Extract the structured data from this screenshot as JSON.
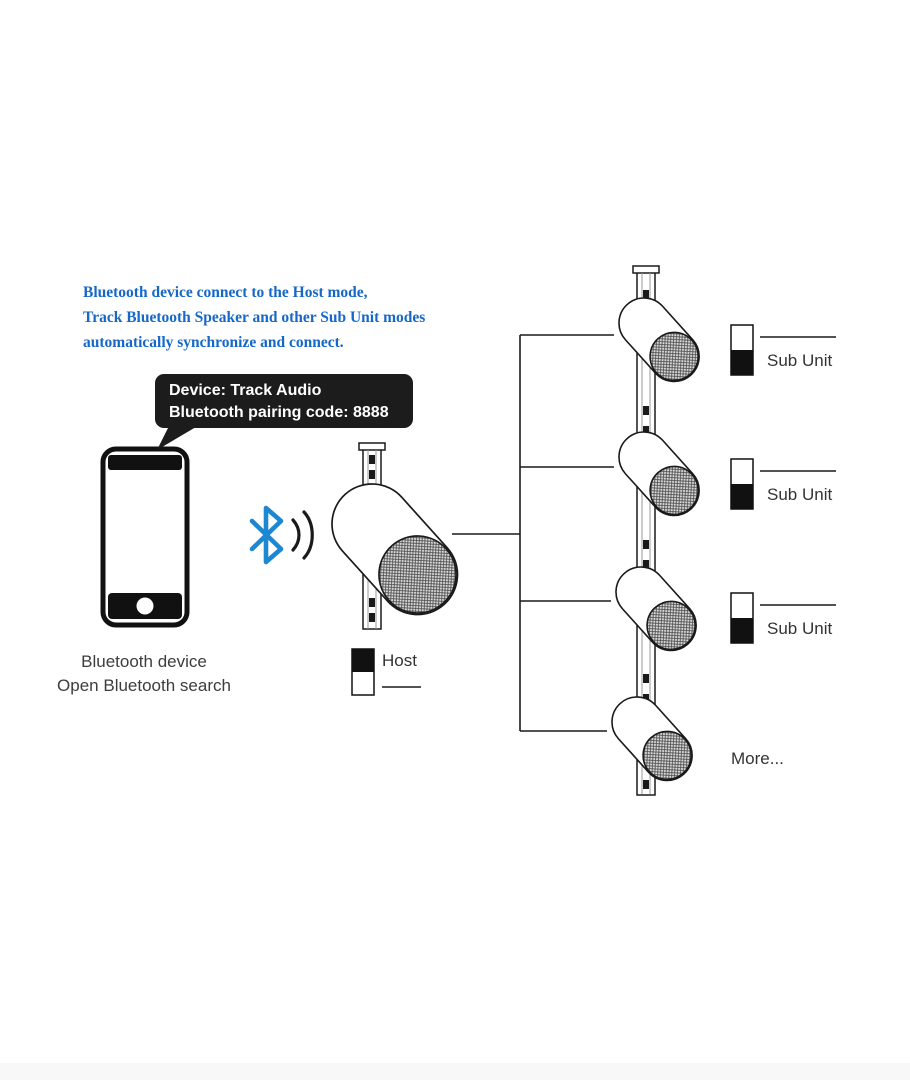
{
  "heading": {
    "lines": [
      "Bluetooth device connect to the Host mode,",
      "Track Bluetooth Speaker and other Sub Unit modes",
      "automatically synchronize and connect."
    ]
  },
  "tooltip": {
    "lines": [
      "Device: Track Audio",
      "Bluetooth pairing code: 8888"
    ]
  },
  "phone": {
    "caption_lines": [
      "Bluetooth device",
      "Open Bluetooth search"
    ]
  },
  "host": {
    "label": "Host"
  },
  "sub_units": [
    {
      "label": "Sub Unit"
    },
    {
      "label": "Sub Unit"
    },
    {
      "label": "Sub Unit"
    }
  ],
  "more_label": "More...",
  "colors": {
    "heading_blue": "#1668c8",
    "tooltip_bg": "#1c1c1c",
    "bluetooth_blue": "#1d87d2",
    "line_black": "#1a1a1a"
  }
}
